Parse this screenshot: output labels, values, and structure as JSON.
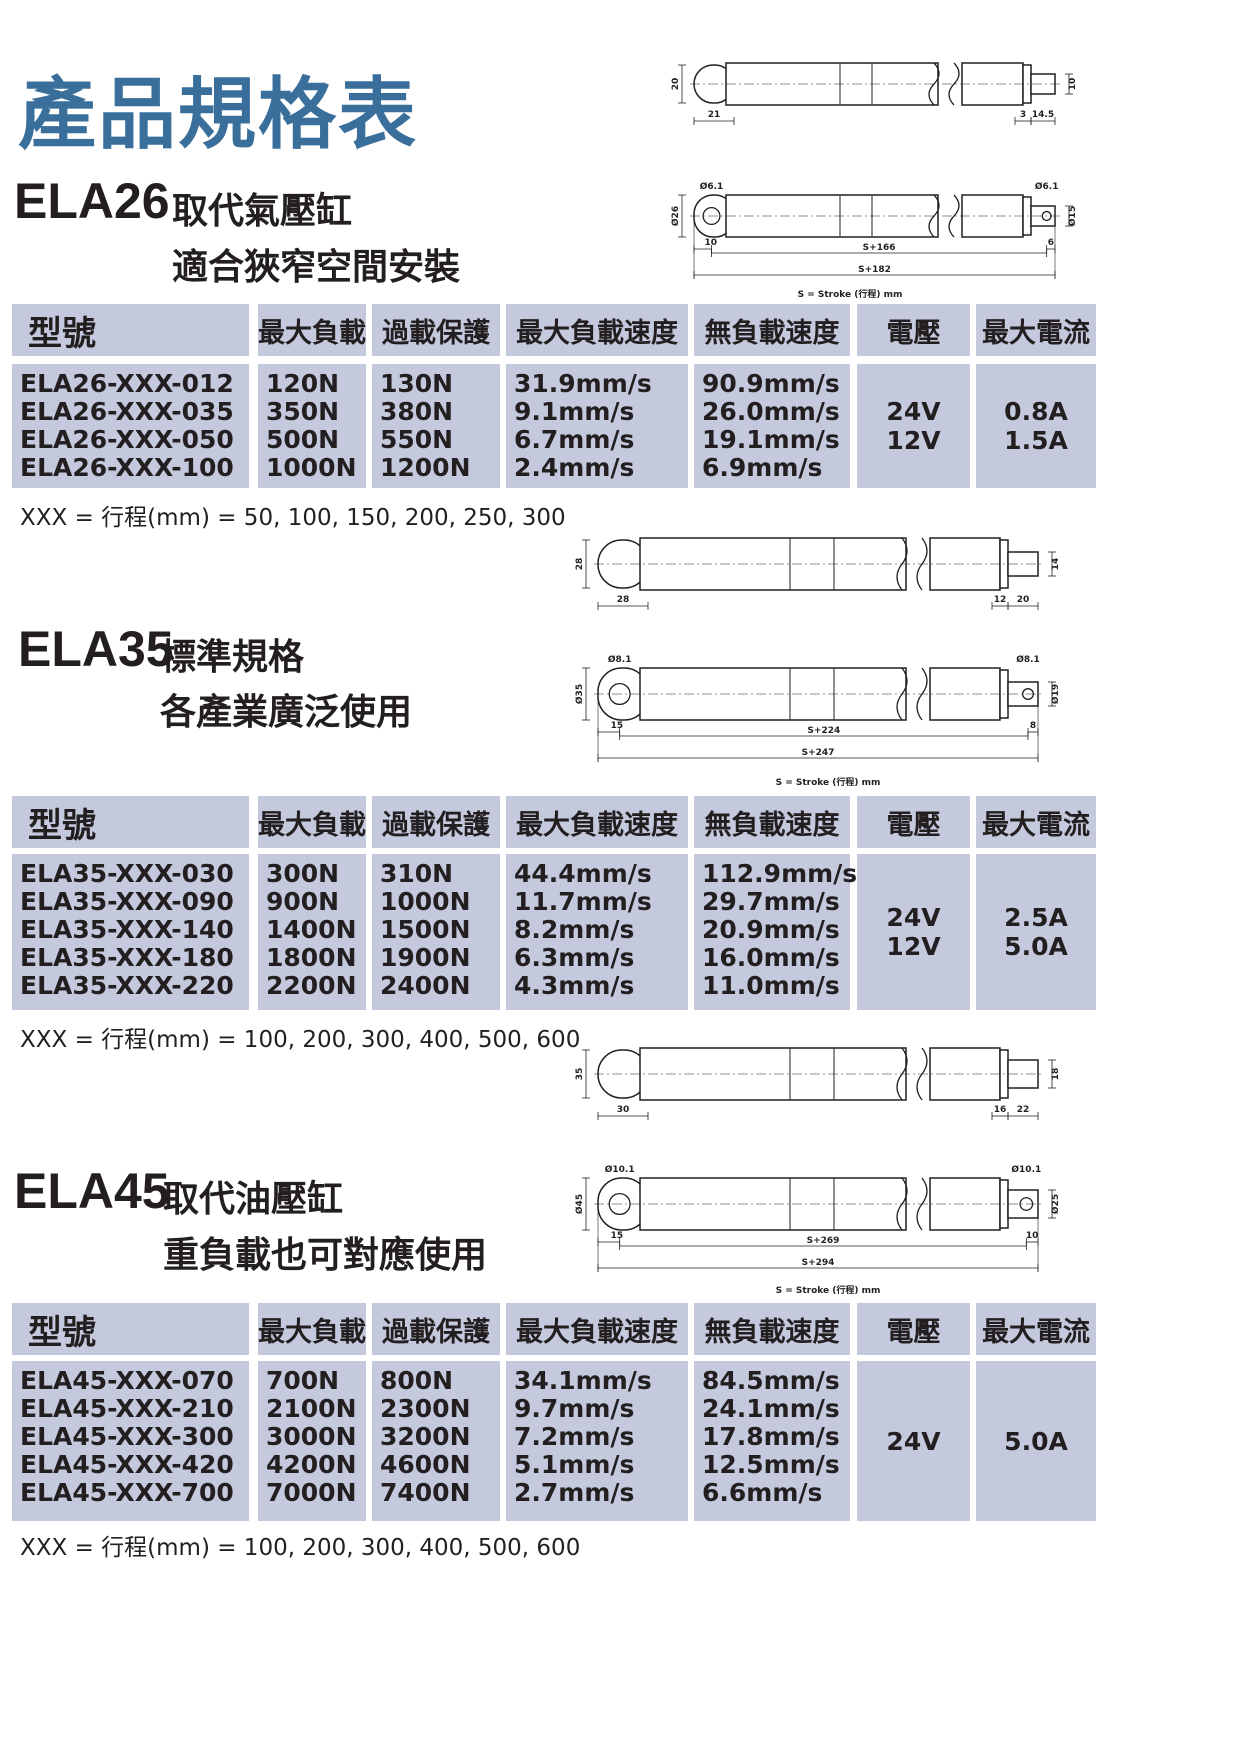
{
  "page_title": "產品規格表",
  "headers": [
    "型號",
    "最大負載",
    "過載保護",
    "最大負載速度",
    "無負載速度",
    "電壓",
    "最大電流"
  ],
  "stroke_legend": "S = Stroke (行程) mm",
  "sections": [
    {
      "model": "ELA26",
      "tagline1": "取代氣壓缸",
      "tagline2": "適合狹窄空間安裝",
      "models": [
        "ELA26-XXX-012",
        "ELA26-XXX-035",
        "ELA26-XXX-050",
        "ELA26-XXX-100"
      ],
      "max_load": [
        "120N",
        "350N",
        "500N",
        "1000N"
      ],
      "overload": [
        "130N",
        "380N",
        "550N",
        "1200N"
      ],
      "max_load_speed": [
        "31.9mm/s",
        "9.1mm/s",
        "6.7mm/s",
        "2.4mm/s"
      ],
      "no_load_speed": [
        "90.9mm/s",
        "26.0mm/s",
        "19.1mm/s",
        "6.9mm/s"
      ],
      "voltage": [
        "24V",
        "12V"
      ],
      "max_current": [
        "0.8A",
        "1.5A"
      ],
      "note": "XXX = 行程(mm) = 50, 100, 150, 200, 250, 300",
      "dims": {
        "top_height": "20",
        "top_left": "21",
        "top_right_a": "3",
        "top_right_b": "14.5",
        "top_shaft": "10",
        "hole_left": "Ø6.1",
        "hole_right": "Ø6.1",
        "body_dia": "Ø26",
        "end_dia": "Ø15",
        "off_left": "10",
        "off_right": "6",
        "span1": "S+166",
        "span2": "S+182"
      }
    },
    {
      "model": "ELA35",
      "tagline1": "標準規格",
      "tagline2": "各產業廣泛使用",
      "models": [
        "ELA35-XXX-030",
        "ELA35-XXX-090",
        "ELA35-XXX-140",
        "ELA35-XXX-180",
        "ELA35-XXX-220"
      ],
      "max_load": [
        "300N",
        "900N",
        "1400N",
        "1800N",
        "2200N"
      ],
      "overload": [
        "310N",
        "1000N",
        "1500N",
        "1900N",
        "2400N"
      ],
      "max_load_speed": [
        "44.4mm/s",
        "11.7mm/s",
        "8.2mm/s",
        "6.3mm/s",
        "4.3mm/s"
      ],
      "no_load_speed": [
        "112.9mm/s",
        "29.7mm/s",
        "20.9mm/s",
        "16.0mm/s",
        "11.0mm/s"
      ],
      "voltage": [
        "24V",
        "12V"
      ],
      "max_current": [
        "2.5A",
        "5.0A"
      ],
      "note": "XXX = 行程(mm) = 100, 200, 300, 400, 500, 600",
      "dims": {
        "top_height": "28",
        "top_left": "28",
        "top_right_a": "12",
        "top_right_b": "20",
        "top_shaft": "14",
        "hole_left": "Ø8.1",
        "hole_right": "Ø8.1",
        "body_dia": "Ø35",
        "end_dia": "Ø19",
        "off_left": "15",
        "off_right": "8",
        "span1": "S+224",
        "span2": "S+247"
      }
    },
    {
      "model": "ELA45",
      "tagline1": "取代油壓缸",
      "tagline2": "重負載也可對應使用",
      "models": [
        "ELA45-XXX-070",
        "ELA45-XXX-210",
        "ELA45-XXX-300",
        "ELA45-XXX-420",
        "ELA45-XXX-700"
      ],
      "max_load": [
        "700N",
        "2100N",
        "3000N",
        "4200N",
        "7000N"
      ],
      "overload": [
        "800N",
        "2300N",
        "3200N",
        "4600N",
        "7400N"
      ],
      "max_load_speed": [
        "34.1mm/s",
        "9.7mm/s",
        "7.2mm/s",
        "5.1mm/s",
        "2.7mm/s"
      ],
      "no_load_speed": [
        "84.5mm/s",
        "24.1mm/s",
        "17.8mm/s",
        "12.5mm/s",
        "6.6mm/s"
      ],
      "voltage": [
        "24V"
      ],
      "max_current": [
        "5.0A"
      ],
      "note": "XXX = 行程(mm) = 100, 200, 300, 400, 500, 600",
      "dims": {
        "top_height": "35",
        "top_left": "30",
        "top_right_a": "16",
        "top_right_b": "22",
        "top_shaft": "18",
        "hole_left": "Ø10.1",
        "hole_right": "Ø10.1",
        "body_dia": "Ø45",
        "end_dia": "Ø25",
        "off_left": "15",
        "off_right": "10",
        "span1": "S+269",
        "span2": "S+294"
      }
    }
  ]
}
